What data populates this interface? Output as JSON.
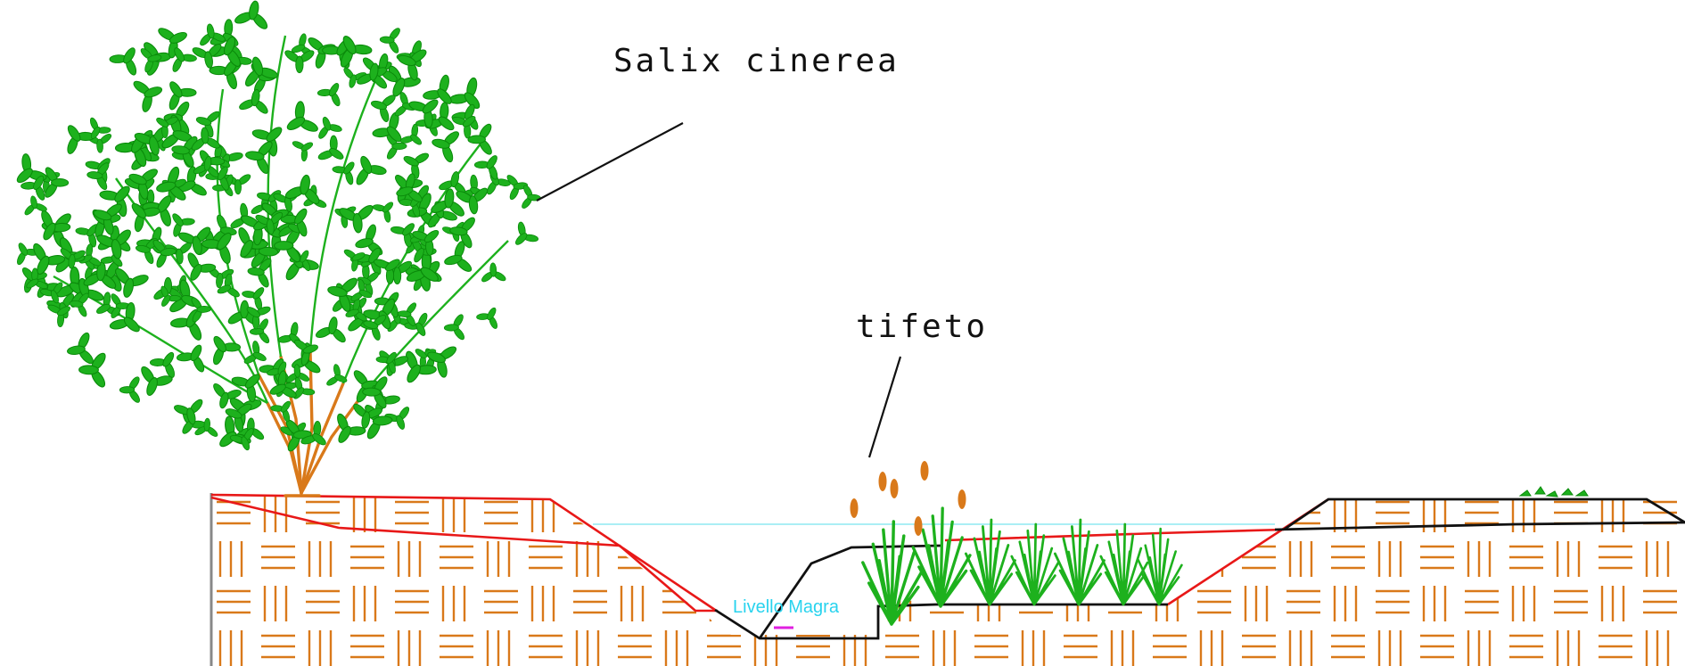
{
  "labels": {
    "shrub": "Salix cinerea",
    "reeds": "tifeto",
    "water_level": "Livello Magra"
  },
  "colors": {
    "foliage": "#1db11d",
    "foliage_outline": "#0a8a0a",
    "trunk": "#d9791a",
    "soil_hatch": "#d9791a",
    "profile_red": "#e81818",
    "profile_black": "#111111",
    "water_line": "#8ee8f2",
    "water_text": "#28d3ee",
    "marker": "#e020e0"
  }
}
